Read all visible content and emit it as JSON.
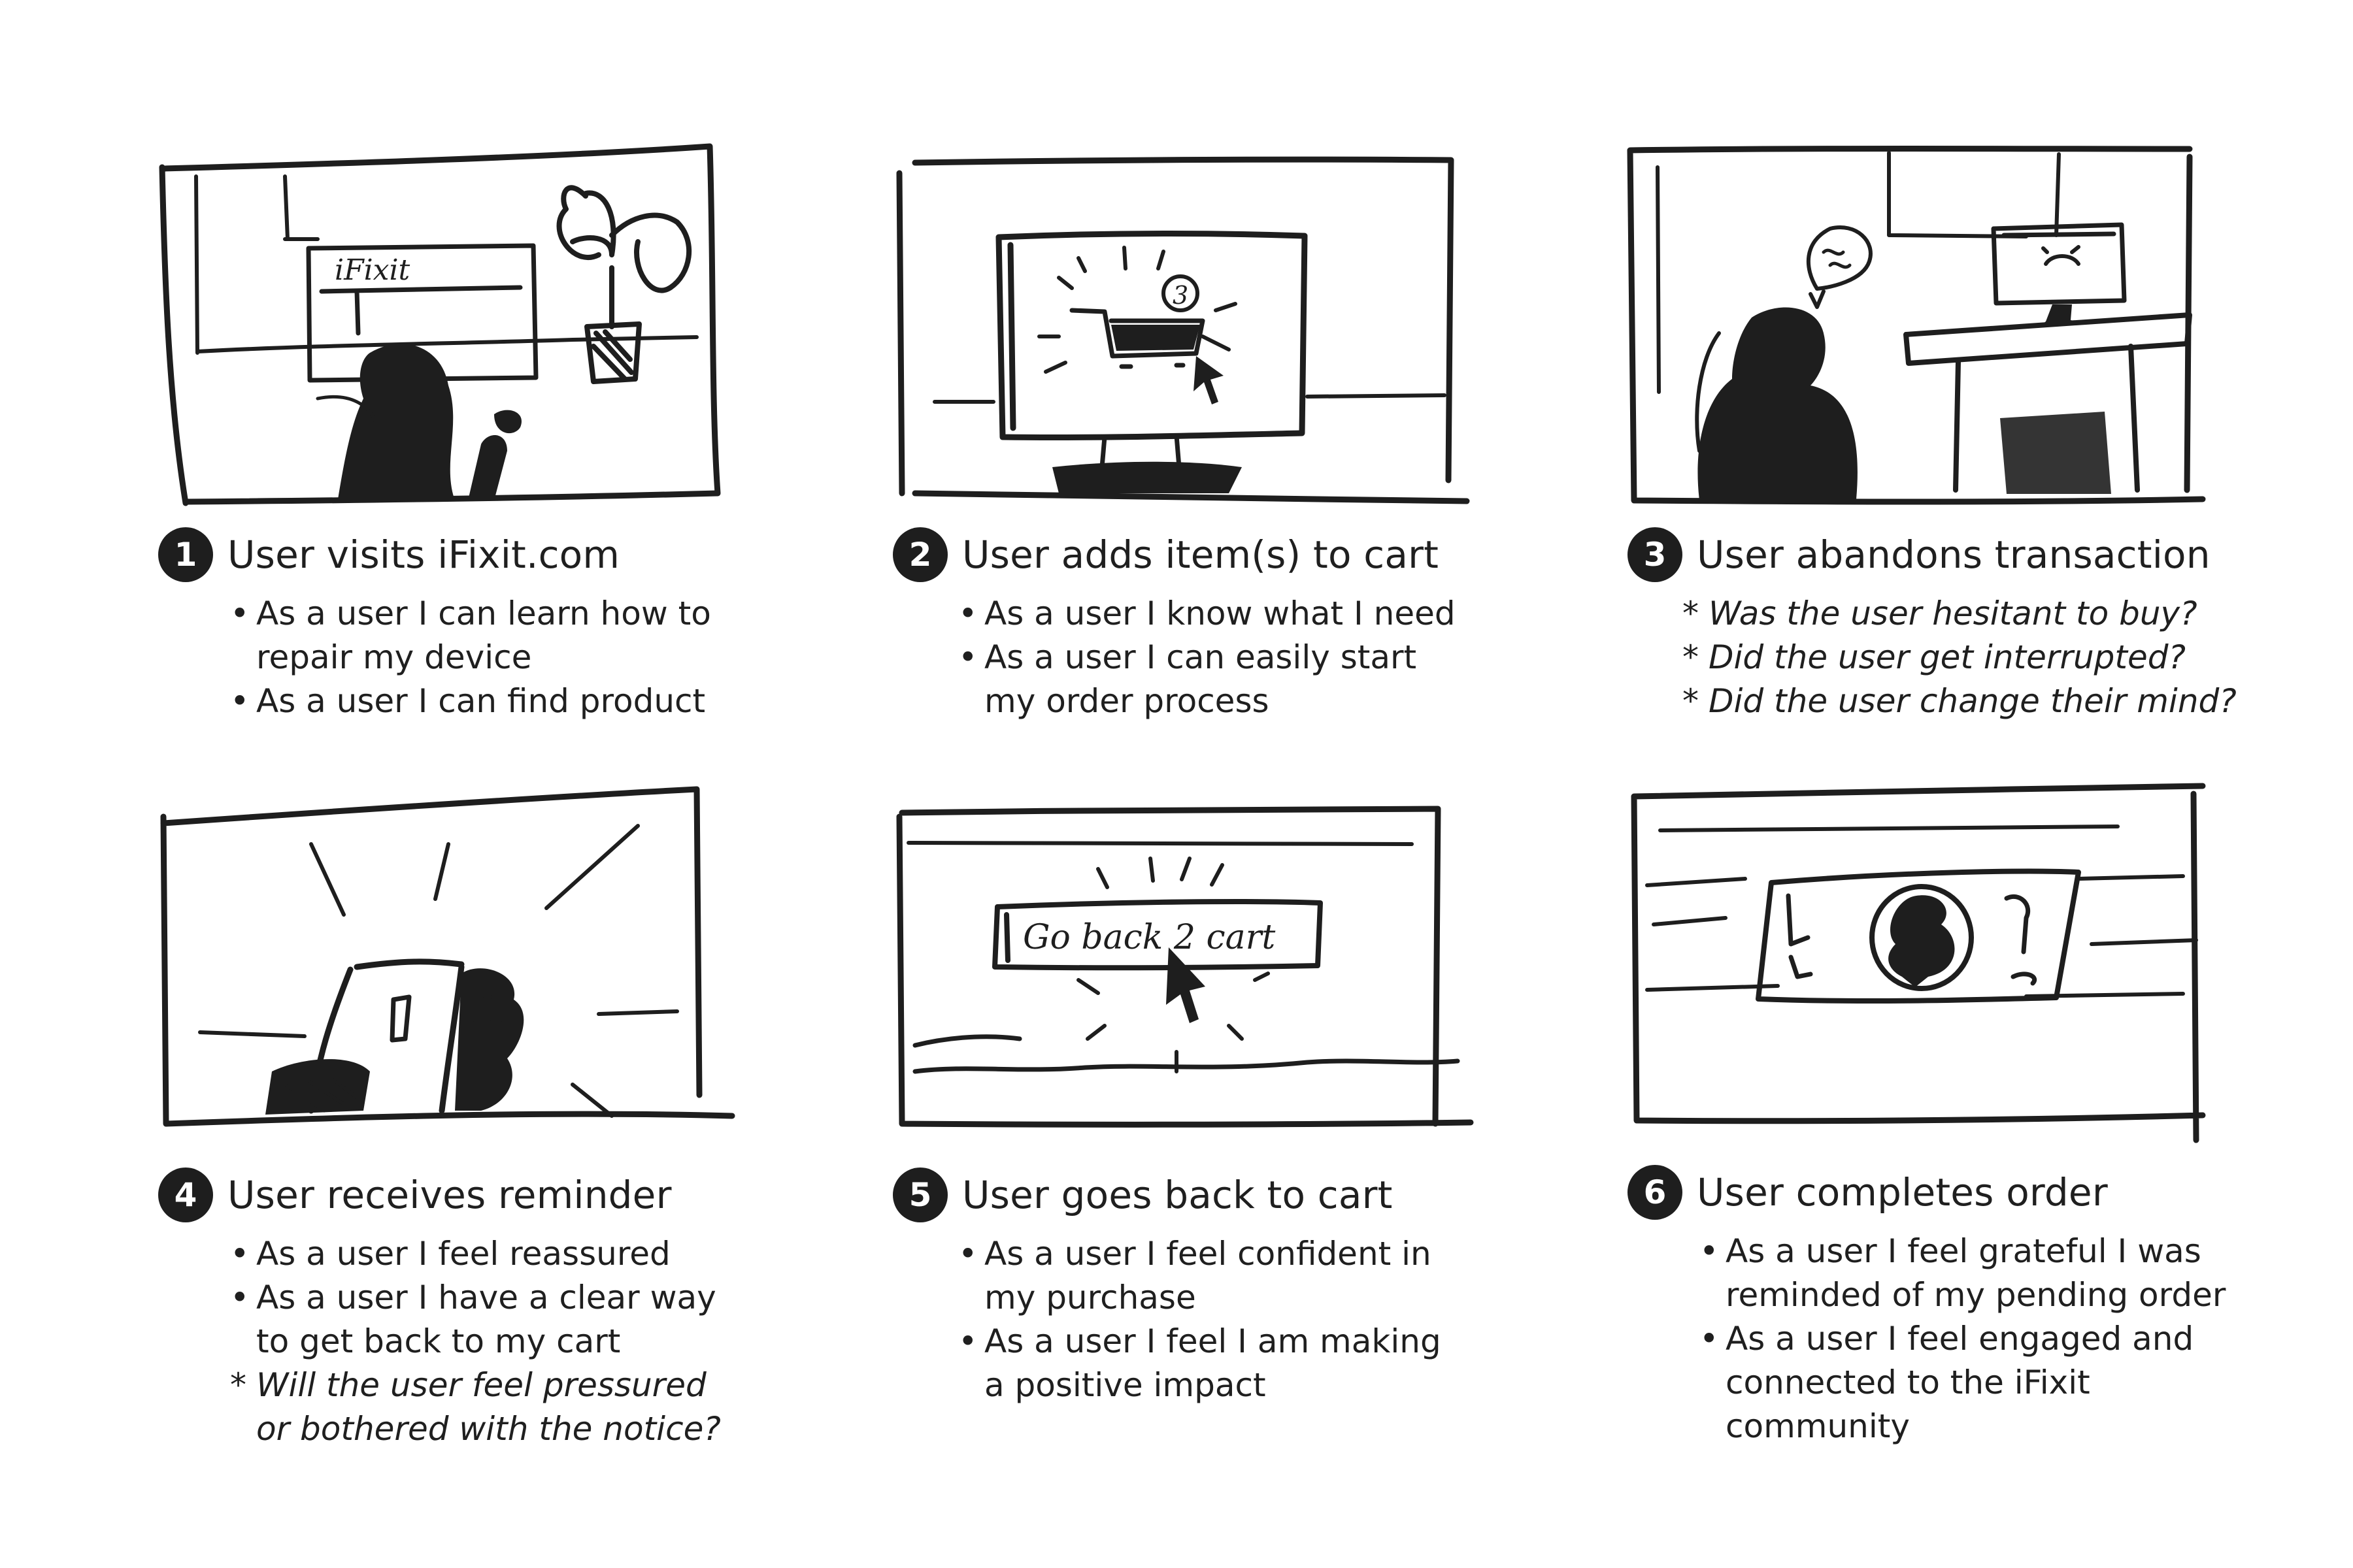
{
  "storyboard": {
    "panels": [
      {
        "number": "1",
        "title": "User visits iFixit.com",
        "sketch_text": "iFixit",
        "notes": [
          {
            "kind": "bullet",
            "text": "As a user I can learn how to\nrepair my device"
          },
          {
            "kind": "bullet",
            "text": "As a user I can find product"
          }
        ]
      },
      {
        "number": "2",
        "title": "User adds item(s) to cart",
        "sketch_text": "3",
        "notes": [
          {
            "kind": "bullet",
            "text": "As a user I know what I need"
          },
          {
            "kind": "bullet",
            "text": "As a user I can easily start\nmy order process"
          }
        ]
      },
      {
        "number": "3",
        "title": "User abandons transaction",
        "notes": [
          {
            "kind": "query",
            "text": "Was the user hesitant to buy?"
          },
          {
            "kind": "query",
            "text": "Did the user get interrupted?"
          },
          {
            "kind": "query",
            "text": "Did the user change their mind?"
          }
        ]
      },
      {
        "number": "4",
        "title": "User receives reminder",
        "notes": [
          {
            "kind": "bullet",
            "text": "As a user I feel reassured"
          },
          {
            "kind": "bullet",
            "text": "As a user I have a clear way\nto get back to my cart"
          },
          {
            "kind": "query",
            "text": "Will the user feel pressured\nor bothered with the notice?"
          }
        ]
      },
      {
        "number": "5",
        "title": "User goes back to cart",
        "sketch_text": "Go back 2 cart",
        "notes": [
          {
            "kind": "bullet",
            "text": "As a user I feel confident in\nmy purchase"
          },
          {
            "kind": "bullet",
            "text": "As a user I feel I am making\na positive impact"
          }
        ]
      },
      {
        "number": "6",
        "title": "User completes order",
        "notes": [
          {
            "kind": "bullet",
            "text": "As a user I feel grateful I was\nreminded of my pending order"
          },
          {
            "kind": "bullet",
            "text": "As a user I feel engaged and\nconnected to the iFixit\ncommunity"
          }
        ]
      }
    ]
  }
}
